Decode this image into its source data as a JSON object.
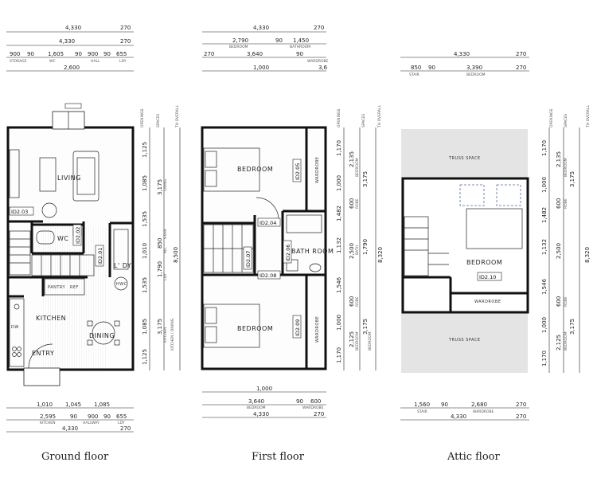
{
  "captions": [
    "Ground floor",
    "First floor",
    "Attic floor"
  ],
  "ground": {
    "top_dims": [
      "4,330",
      "270",
      "4,330",
      "270",
      "900",
      "90",
      "1,605",
      "90",
      "900",
      "90",
      "655",
      "2,600"
    ],
    "top_subs": [
      "STORAGE",
      "WC",
      "HALL",
      "LDY"
    ],
    "bottom_dims": [
      "1,010",
      "1,045",
      "1,085",
      "2,595",
      "90",
      "900",
      "90",
      "655",
      "4,330",
      "270"
    ],
    "bottom_subs": [
      "KITCHEN",
      "HALLWAY",
      "LDY"
    ],
    "side_dims": [
      "1,125",
      "1,085",
      "1,535",
      "1,010",
      "1,535",
      "1,085",
      "1,125",
      "3,175",
      "850",
      "1,790",
      "3,175",
      "8,500"
    ],
    "side_heads": [
      "OPENINGS",
      "SPACES",
      "TH OVERALL"
    ],
    "side_subs": [
      "LIVING",
      "STAIR",
      "WC",
      "LDY",
      "KITCHEN",
      "KITCHEN / DINING"
    ],
    "rooms": [
      "LIVING",
      "WC",
      "L' DY",
      "KITCHEN",
      "DINING",
      "ENTRY",
      "PANTRY",
      "REF",
      "HWC",
      "DW"
    ],
    "tags": [
      "ID2.03",
      "ID2.02",
      "ID2.01"
    ]
  },
  "first": {
    "top_dims": [
      "4,330",
      "270",
      "2,790",
      "90",
      "1,450",
      "270",
      "3,640",
      "90",
      "3,6",
      "1,000"
    ],
    "top_subs": [
      "BEDROOM",
      "BATHROOM",
      "WARDROBE"
    ],
    "bottom_dims": [
      "1,000",
      "3,640",
      "90",
      "600",
      "4,330",
      "270"
    ],
    "bottom_subs": [
      "BEDROOM",
      "WARDROBE"
    ],
    "side_dims": [
      "1,170",
      "1,000",
      "1,482",
      "1,132",
      "1,546",
      "1,000",
      "1,170",
      "2,135",
      "600",
      "2,500",
      "600",
      "2,125",
      "3,175",
      "1,790",
      "3,175",
      "8,320"
    ],
    "side_heads": [
      "OPENINGS",
      "SPACES",
      "TH OVERALL"
    ],
    "side_subs": [
      "BEDROOM",
      "ROBE",
      "BATH",
      "ROBE",
      "BEDROOM",
      "BEDROOM"
    ],
    "rooms": [
      "BEDROOM",
      "BEDROOM",
      "BATH ROOM",
      "WARDROBE",
      "WARDROBE"
    ],
    "tags": [
      "ID2.05",
      "ID2.04",
      "ID2.06",
      "ID2.07",
      "ID2.08",
      "ID2.09"
    ]
  },
  "attic": {
    "top_dims": [
      "4,330",
      "270",
      "850",
      "90",
      "3,390",
      "270"
    ],
    "top_subs": [
      "STAIR",
      "BEDROOM"
    ],
    "bottom_dims": [
      "1,560",
      "90",
      "2,680",
      "270",
      "4,330",
      "270"
    ],
    "bottom_subs": [
      "STAIR",
      "WARDROBE"
    ],
    "side_dims": [
      "1,170",
      "1,000",
      "1,482",
      "1,132",
      "1,546",
      "1,000",
      "1,170",
      "2,135",
      "600",
      "2,500",
      "600",
      "2,125",
      "3,175",
      "3,175",
      "8,320"
    ],
    "side_heads": [
      "OPENINGS",
      "SPACES",
      "TH OVERALL"
    ],
    "side_subs": [
      "BEDROOM",
      "ROBE",
      "ROBE",
      "BEDROOM"
    ],
    "rooms": [
      "TRUSS SPACE",
      "BEDROOM",
      "WARDROBE",
      "TRUSS SPACE"
    ],
    "tags": [
      "ID2.10"
    ]
  },
  "colors": {
    "wall": "#111111",
    "truss": "#e4e4e4",
    "skylight": "#5566bb",
    "hatch": "#d8d8d8"
  }
}
